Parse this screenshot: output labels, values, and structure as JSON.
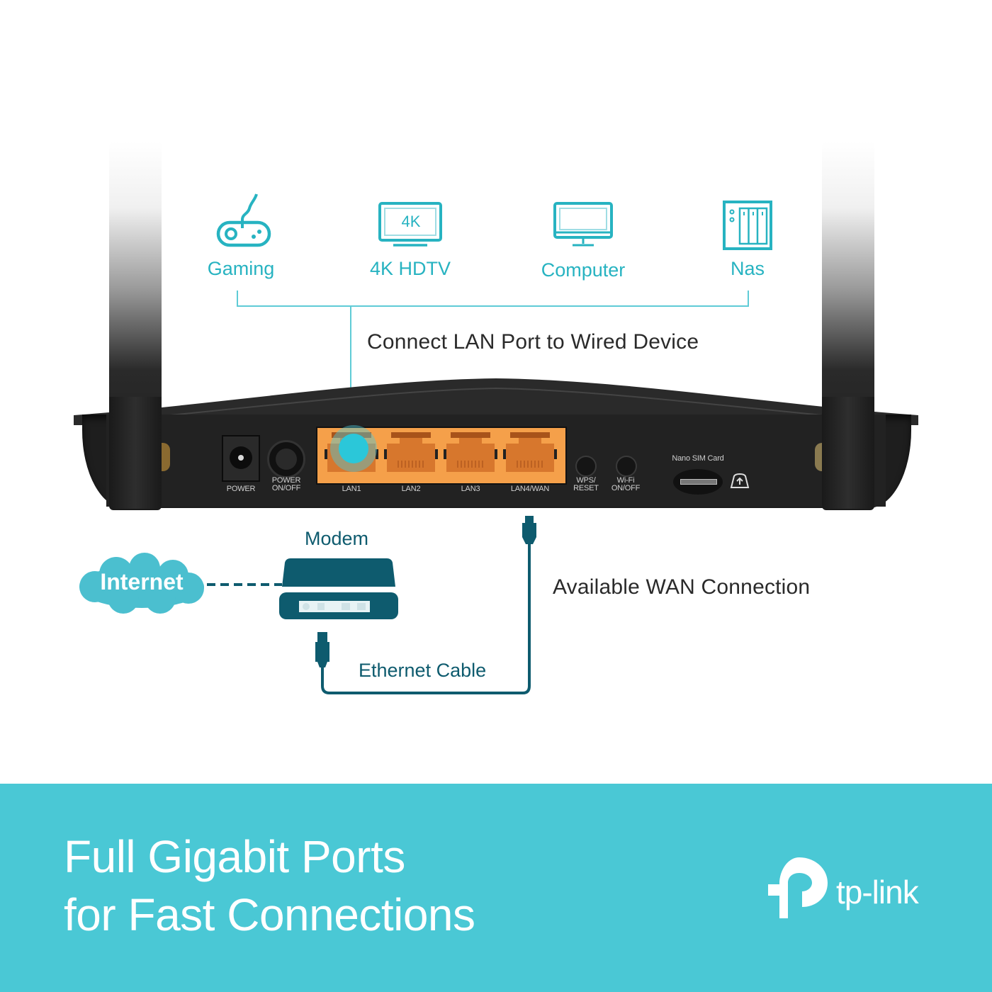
{
  "devices": {
    "heading": "Connect LAN Port to Wired Device",
    "items": [
      {
        "label": "Gaming",
        "icon": "gamepad-icon"
      },
      {
        "label": "4K HDTV",
        "icon": "tv-4k-icon",
        "icon_text": "4K"
      },
      {
        "label": "Computer",
        "icon": "monitor-icon"
      },
      {
        "label": "Nas",
        "icon": "nas-icon"
      }
    ]
  },
  "router": {
    "ports": [
      {
        "label": "POWER"
      },
      {
        "label": "POWER ON/OFF"
      },
      {
        "label": "LAN1"
      },
      {
        "label": "LAN2"
      },
      {
        "label": "LAN3"
      },
      {
        "label": "LAN4/WAN"
      },
      {
        "label": "WPS/ RESET"
      },
      {
        "label": "Wi-Fi ON/OFF"
      }
    ],
    "sim_label": "Nano SIM Card",
    "power_label_1": "POWER",
    "power_label_2": "ON/OFF",
    "wps_label_1": "WPS/",
    "wps_label_2": "RESET",
    "wifi_label_1": "Wi-Fi",
    "wifi_label_2": "ON/OFF"
  },
  "wan": {
    "internet_label": "Internet",
    "modem_label": "Modem",
    "cable_label": "Ethernet Cable",
    "wan_caption": "Available WAN Connection"
  },
  "banner": {
    "title_line1": "Full Gigabit Ports",
    "title_line2": "for Fast Connections",
    "brand": "tp-link"
  },
  "colors": {
    "accent_teal": "#27b3c1",
    "banner_teal": "#4ac8d5",
    "dark_teal": "#0e5b6e",
    "port_orange": "#f39a44",
    "router_black": "#1e1e1e"
  }
}
